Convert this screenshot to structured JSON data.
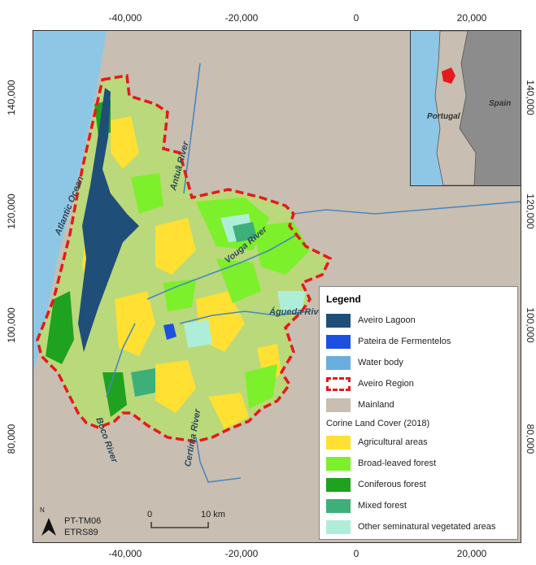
{
  "axes": {
    "top_ticks": [
      "-40,000",
      "-20,000",
      "0",
      "20,000"
    ],
    "bottom_ticks": [
      "-40,000",
      "-20,000",
      "0",
      "20,000"
    ],
    "left_ticks": [
      "140,000",
      "120,000",
      "100,000",
      "80,000"
    ],
    "right_ticks": [
      "140,000",
      "120,000",
      "100,000",
      "80,000"
    ]
  },
  "map_labels": {
    "atlantic_ocean": "Atlantic Ocean",
    "antua_river": "Antuã River",
    "vouga_river": "Vouga River",
    "agueda_river": "Águeda River",
    "boco_river": "Boco River",
    "certima_river": "Certima River"
  },
  "inset": {
    "portugal": "Portugal",
    "spain": "Spain"
  },
  "legend": {
    "title": "Legend",
    "items": [
      {
        "label": "Aveiro Lagoon",
        "color": "#1f4e79"
      },
      {
        "label": "Pateira de Fermentelos",
        "color": "#1d4fe0"
      },
      {
        "label": "Water body",
        "color": "#6aaee0"
      },
      {
        "label": "Aveiro Region",
        "color": "#e41a1c"
      },
      {
        "label": "Mainland",
        "color": "#c8beb1"
      }
    ],
    "subheading": "Corine Land Cover (2018)",
    "land_cover": [
      {
        "label": "Agricultural areas",
        "color": "#ffe033"
      },
      {
        "label": "Broad-leaved forest",
        "color": "#7cf02a"
      },
      {
        "label": "Coniferous forest",
        "color": "#1fa21f"
      },
      {
        "label": "Mixed forest",
        "color": "#3db07a"
      },
      {
        "label": "Other seminatural vegetated areas",
        "color": "#aeeed9"
      }
    ]
  },
  "north": "N",
  "crs": {
    "line1": "PT-TM06",
    "line2": "ETRS89"
  },
  "scale": {
    "start": "0",
    "end": "10 km"
  },
  "colors": {
    "ocean": "#8ec7e6",
    "mainland": "#c8beb1",
    "river": "#4a87c0",
    "region_border": "#e41a1c"
  }
}
